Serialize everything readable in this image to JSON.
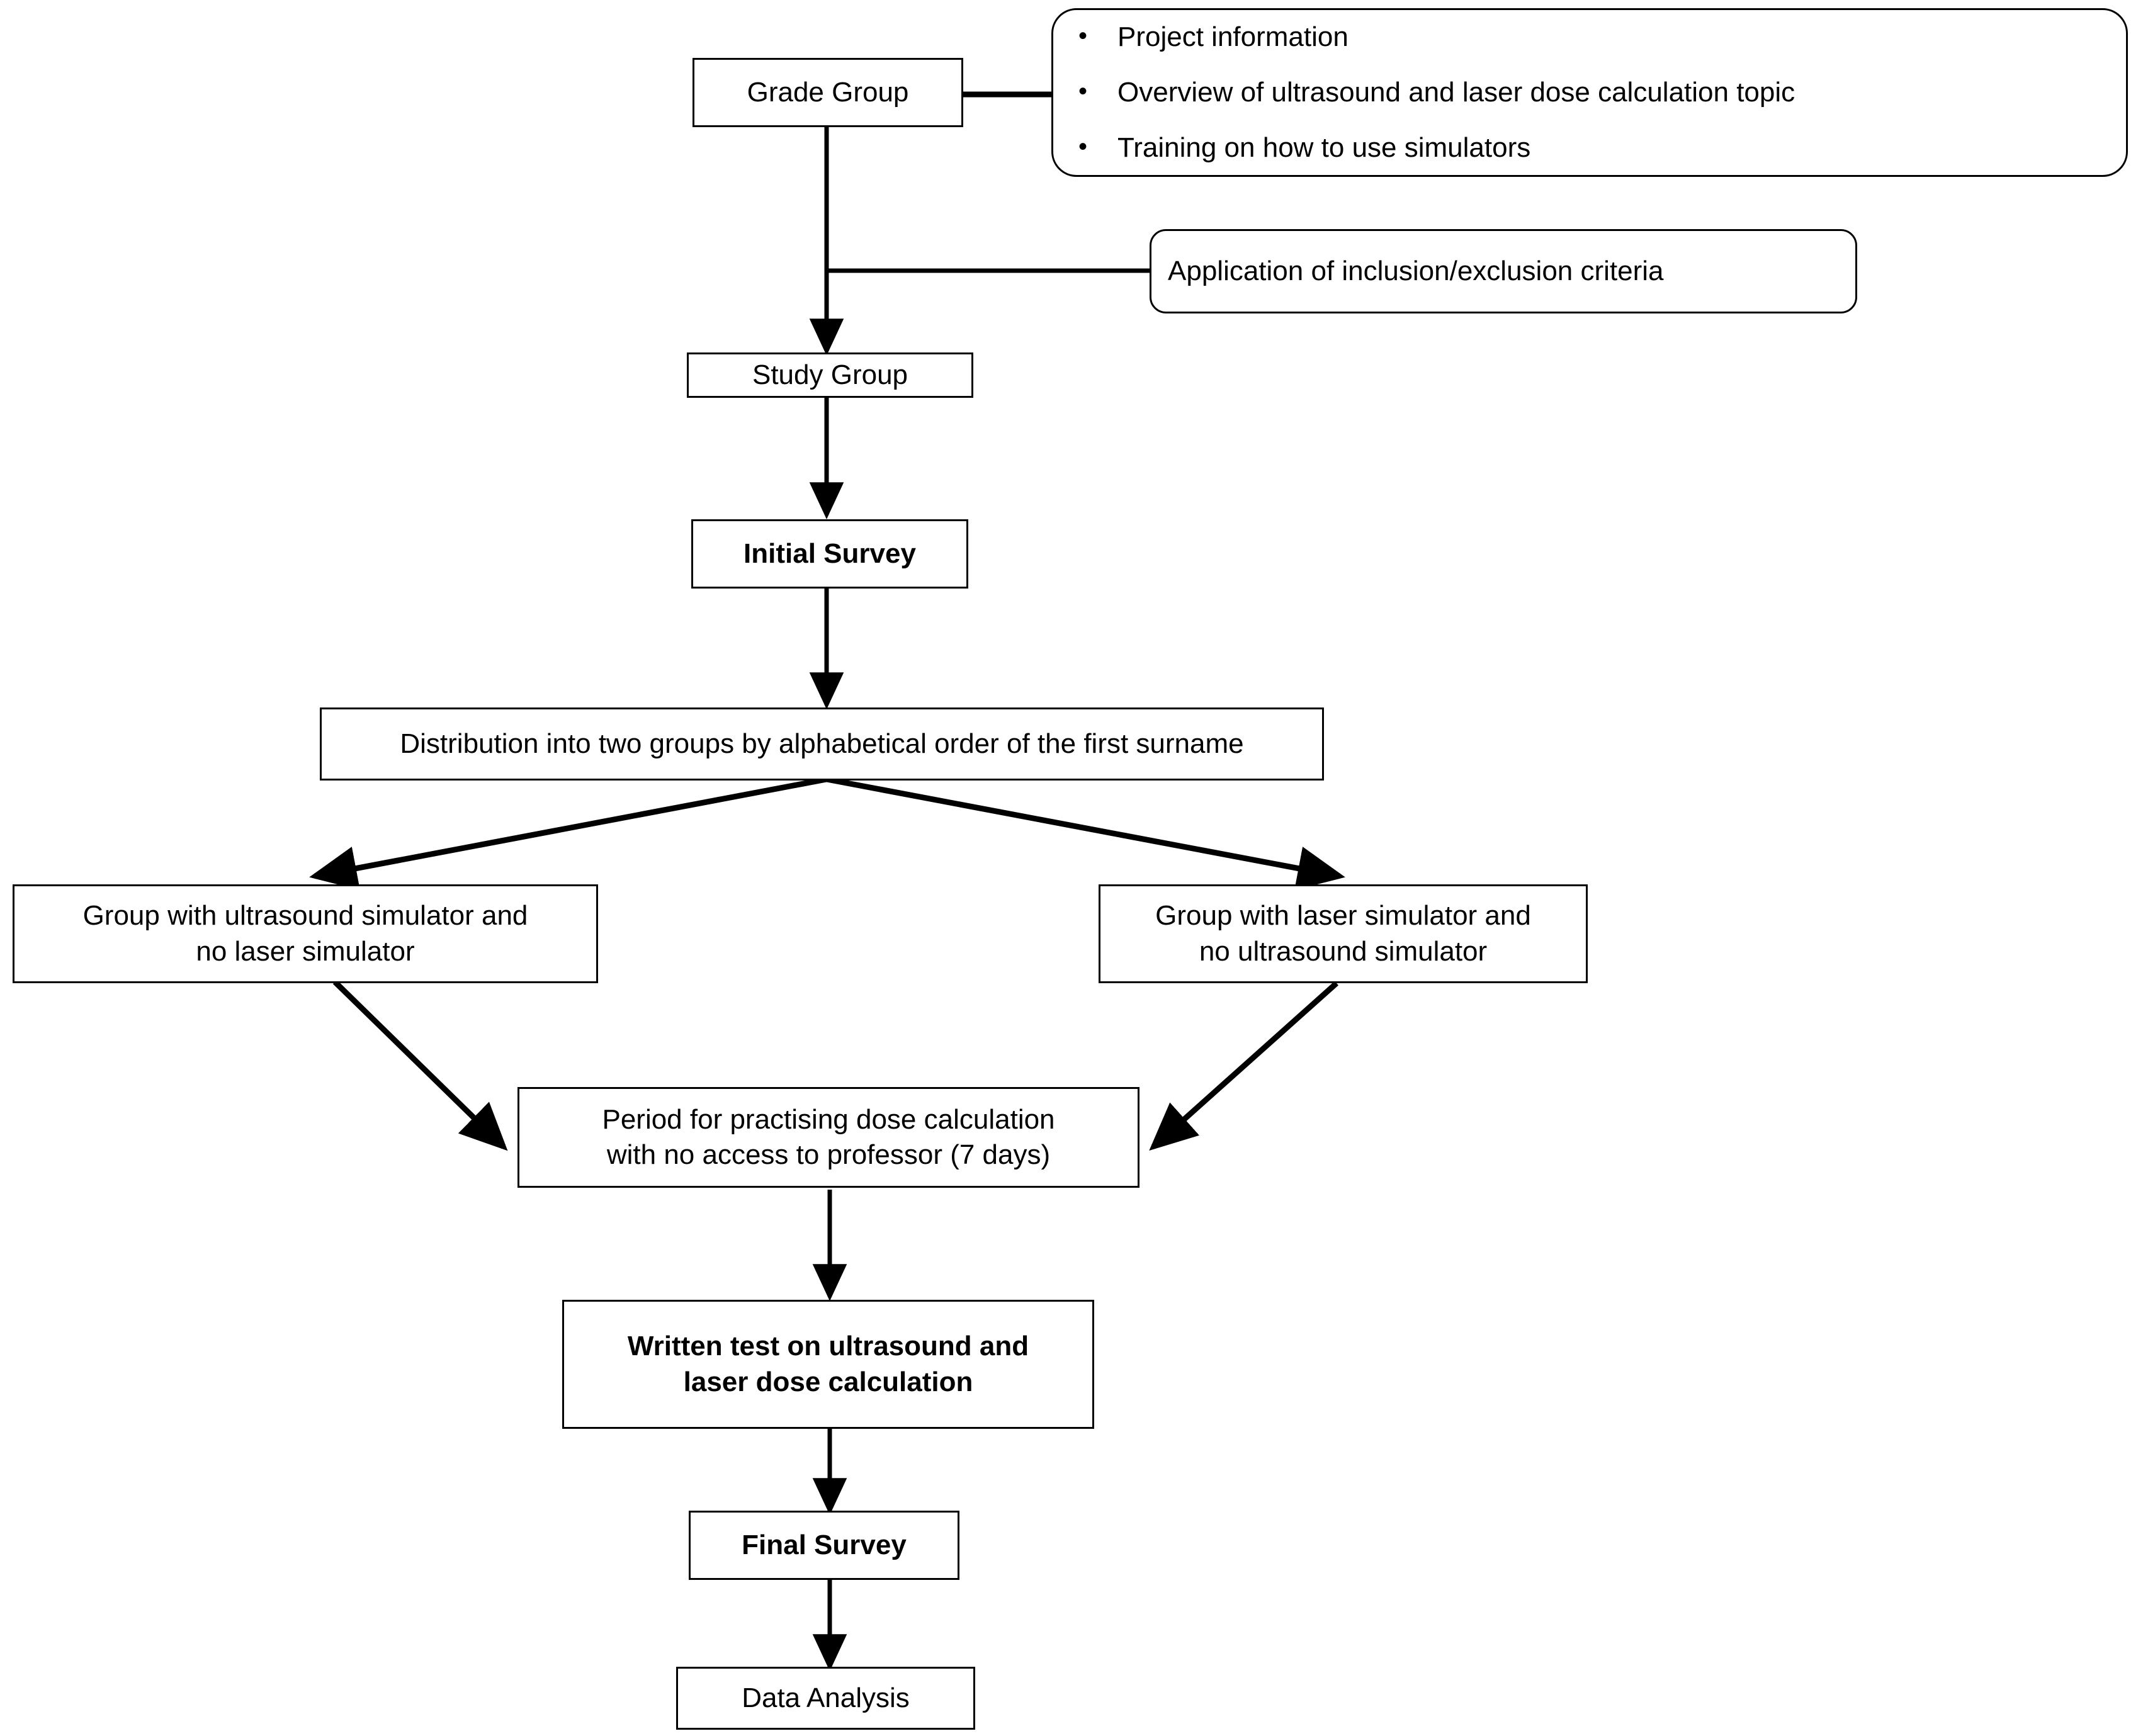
{
  "diagram": {
    "title": "Study design flowchart",
    "stroke_color": "#000000",
    "background_color": "#ffffff",
    "nodes": {
      "grade_group": {
        "label": "Grade Group",
        "shape": "rectangle",
        "bold": false
      },
      "info_box": {
        "shape": "rounded-rectangle",
        "bullets": [
          "Project information",
          "Overview of ultrasound and laser dose calculation topic",
          "Training on how to use simulators"
        ],
        "bullet_glyph": "•"
      },
      "criteria_box": {
        "label": "Application of inclusion/exclusion criteria",
        "shape": "rounded-rectangle",
        "bold": false
      },
      "study_group": {
        "label": "Study Group",
        "shape": "rectangle",
        "bold": false
      },
      "initial_survey": {
        "label": "Initial Survey",
        "shape": "rectangle",
        "bold": true
      },
      "distribution": {
        "label": "Distribution into two groups by alphabetical order of the first surname",
        "shape": "rectangle",
        "bold": false
      },
      "group_ultrasound": {
        "line1": "Group with ultrasound simulator and",
        "line2": "no laser simulator",
        "shape": "rectangle",
        "bold": false
      },
      "group_laser": {
        "line1": "Group with laser simulator and",
        "line2": "no ultrasound simulator",
        "shape": "rectangle",
        "bold": false
      },
      "practice_period": {
        "line1": "Period for practising dose calculation",
        "line2": "with no access to professor (7 days)",
        "shape": "rectangle",
        "bold": false
      },
      "written_test": {
        "line1": "Written test on ultrasound and",
        "line2": "laser dose calculation",
        "shape": "rectangle",
        "bold": true
      },
      "final_survey": {
        "label": "Final Survey",
        "shape": "rectangle",
        "bold": true
      },
      "data_analysis": {
        "label": "Data Analysis",
        "shape": "rectangle",
        "bold": false
      }
    },
    "connectors": [
      {
        "from": "grade_group",
        "to": "info_box",
        "style": "plain-line",
        "direction": "right"
      },
      {
        "from": "grade_group",
        "to": "criteria_box",
        "style": "plain-line",
        "direction": "right"
      },
      {
        "from": "grade_group",
        "to": "study_group",
        "style": "arrow",
        "direction": "down"
      },
      {
        "from": "study_group",
        "to": "initial_survey",
        "style": "arrow",
        "direction": "down"
      },
      {
        "from": "initial_survey",
        "to": "distribution",
        "style": "arrow",
        "direction": "down"
      },
      {
        "from": "distribution",
        "to": "group_ultrasound",
        "style": "arrow",
        "direction": "down-left"
      },
      {
        "from": "distribution",
        "to": "group_laser",
        "style": "arrow",
        "direction": "down-right"
      },
      {
        "from": "group_ultrasound",
        "to": "practice_period",
        "style": "arrow",
        "direction": "down-right"
      },
      {
        "from": "group_laser",
        "to": "practice_period",
        "style": "arrow",
        "direction": "down-left"
      },
      {
        "from": "practice_period",
        "to": "written_test",
        "style": "arrow",
        "direction": "down"
      },
      {
        "from": "written_test",
        "to": "final_survey",
        "style": "arrow",
        "direction": "down"
      },
      {
        "from": "final_survey",
        "to": "data_analysis",
        "style": "arrow",
        "direction": "down"
      }
    ]
  }
}
